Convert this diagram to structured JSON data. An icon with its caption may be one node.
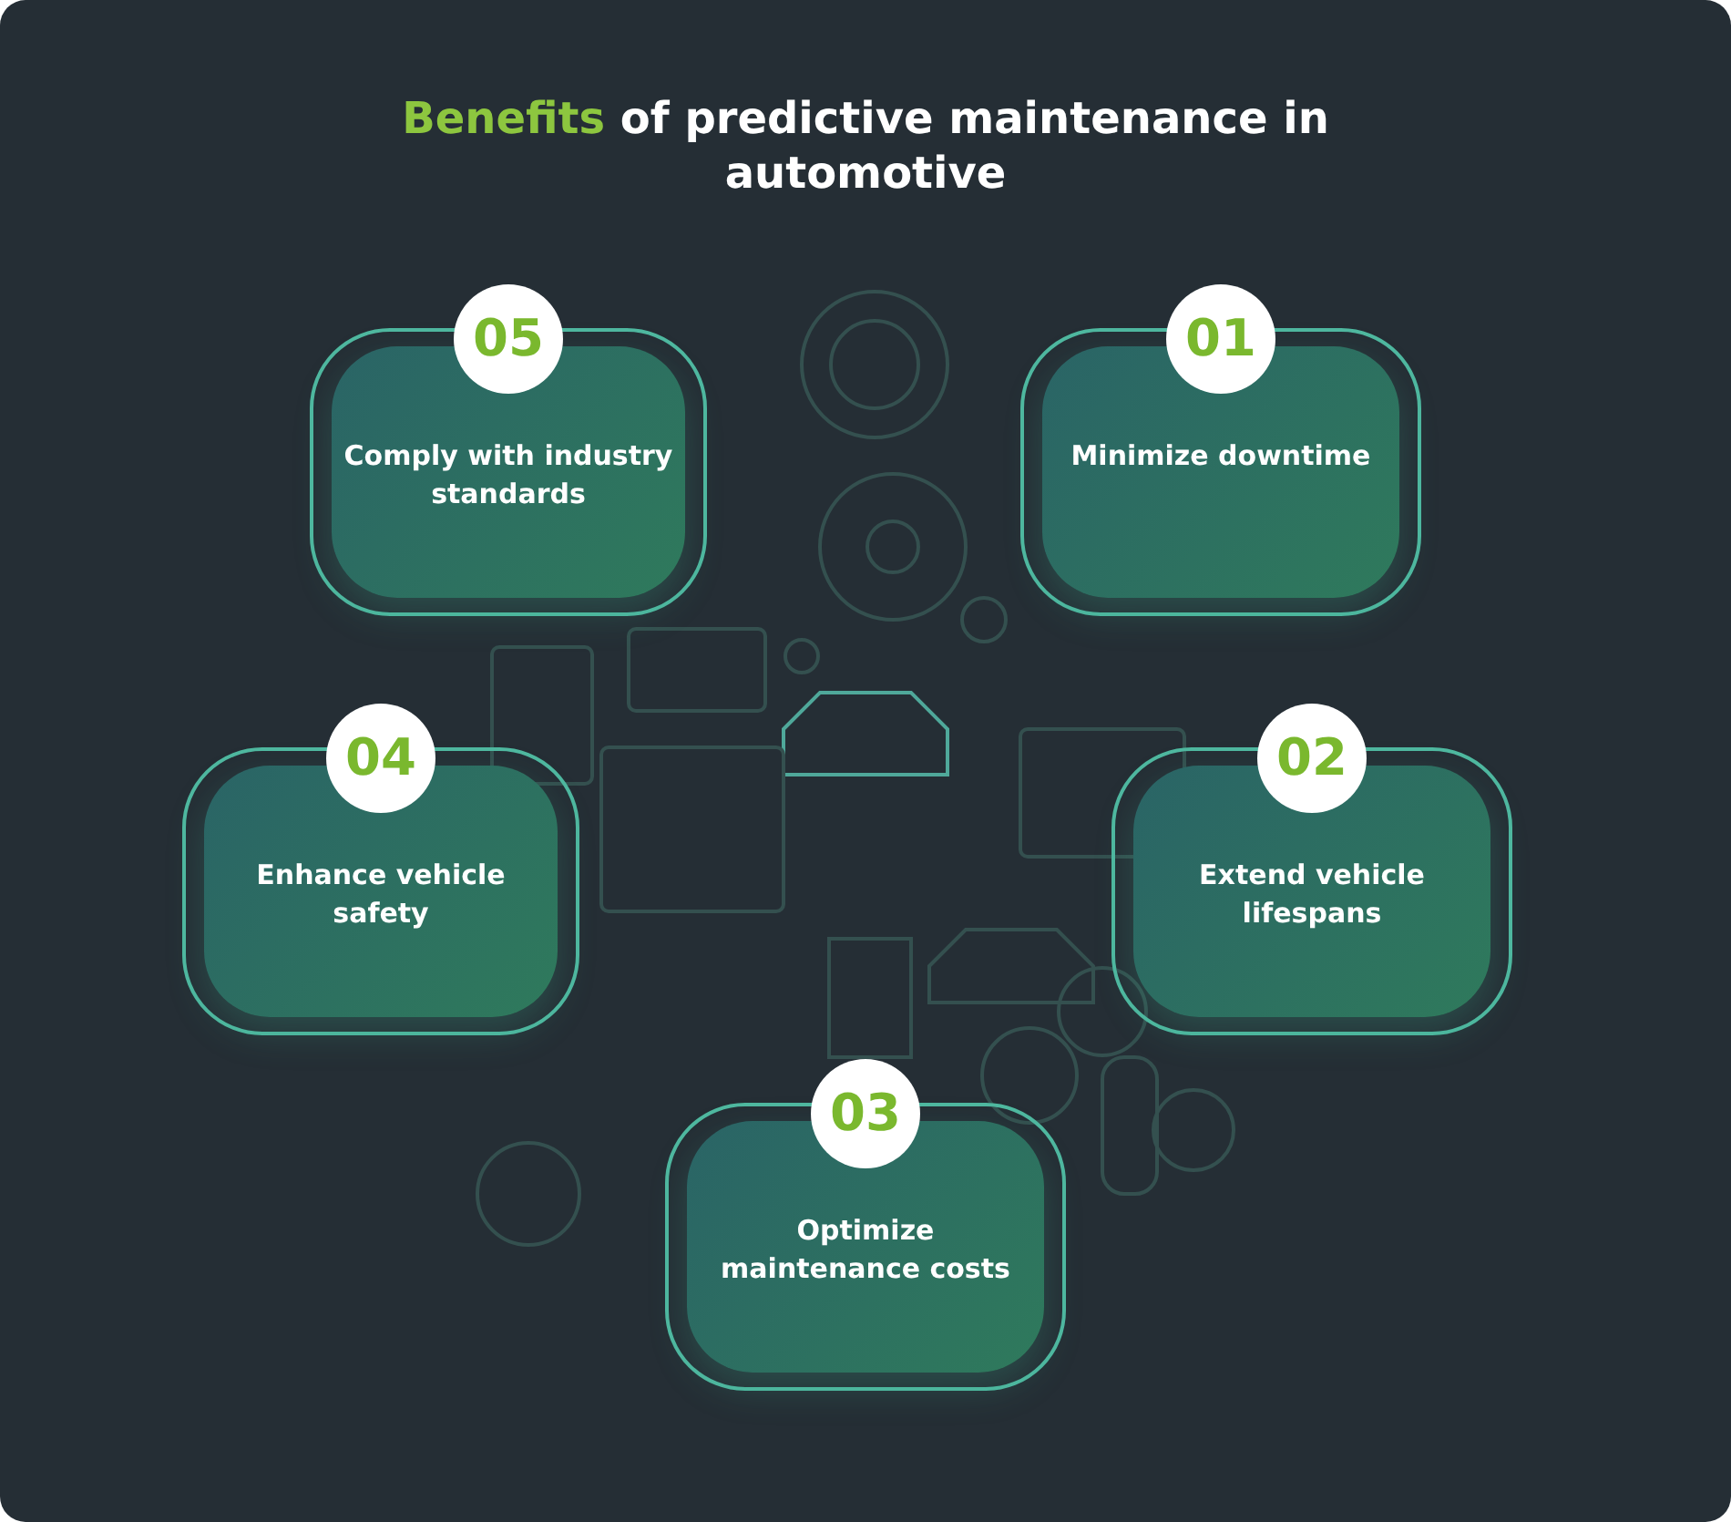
{
  "diagram": {
    "title": "**Benefits** of predictive maintenance in automotive",
    "nodes": [
      {
        "text": [
          "05",
          "Comply with industry standards"
        ]
      },
      {
        "text": [
          "01",
          "Minimize downtime"
        ]
      },
      {
        "text": [
          "04",
          "Enhance vehicle safety"
        ]
      },
      {
        "text": [
          "02",
          "Extend vehicle lifespans"
        ]
      },
      {
        "text": [
          "03",
          "Optimize maintenance costs"
        ]
      }
    ]
  }
}
